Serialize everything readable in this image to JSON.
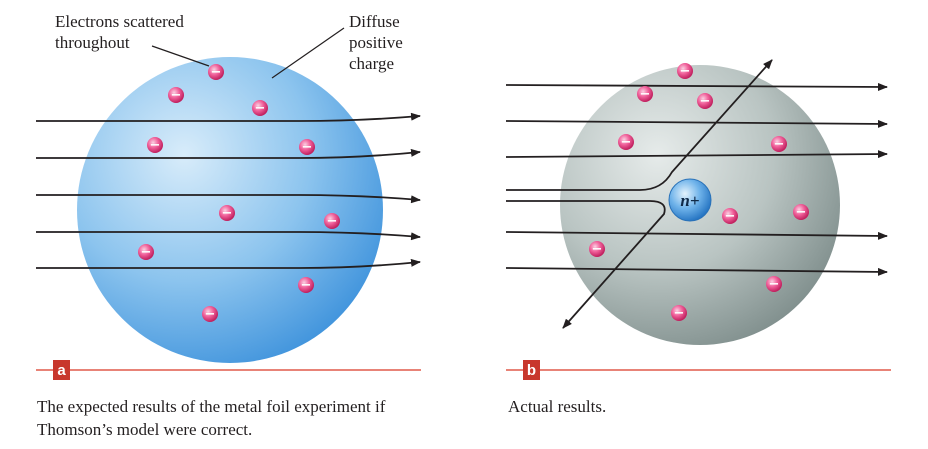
{
  "panel_a": {
    "badge": "a",
    "callout_electrons": [
      "Electrons scattered",
      "throughout"
    ],
    "callout_charge": [
      "Diffuse",
      "positive",
      "charge"
    ],
    "caption": "The expected results of the metal foil experiment if Thomson’s model were correct.",
    "electron_sign": "−"
  },
  "panel_b": {
    "badge": "b",
    "nucleus_label": "n+",
    "caption": "Actual results.",
    "electron_sign": "−"
  },
  "colors": {
    "sphere_a": "#6fb3e6",
    "sphere_b": "#a9b6b4",
    "electron": "#e8407f",
    "nucleus": "#3a8fd8",
    "rule": "#e05a4a",
    "badge": "#c8372d"
  }
}
